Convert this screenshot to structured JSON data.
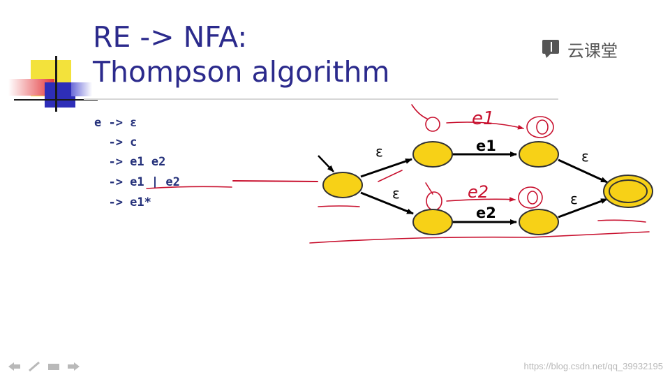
{
  "slide": {
    "title_line1": "RE -> NFA:",
    "title_line2": "Thompson algorithm",
    "rules": [
      {
        "text": "e -> ε"
      },
      {
        "text": "  -> c"
      },
      {
        "text": "  -> e1 e2"
      },
      {
        "text": "  -> e1 | e2"
      },
      {
        "text": "  -> e1*"
      }
    ],
    "colors": {
      "title": "#2b2a8c",
      "rules": "#24307a",
      "state_fill": "#f7d117",
      "state_stroke": "#333333",
      "annotation": "#c8102e",
      "deco_yellow": "#f3e23b",
      "deco_blue": "#2e2eb8",
      "deco_red": "#e3363a"
    }
  },
  "diagram": {
    "edge_labels": {
      "upper_in": "ε",
      "upper_mid": "e1",
      "upper_out": "ε",
      "lower_in": "ε",
      "lower_mid": "e2",
      "lower_out": "ε"
    },
    "annotations": {
      "upper": "e1",
      "lower": "e2"
    }
  },
  "brand": {
    "name": "云课堂",
    "icon": "book-icon"
  },
  "watermark": "https://blog.csdn.net/qq_39932195",
  "nav": [
    "prev-arrow-icon",
    "pen-icon",
    "menu-icon",
    "next-arrow-icon"
  ]
}
